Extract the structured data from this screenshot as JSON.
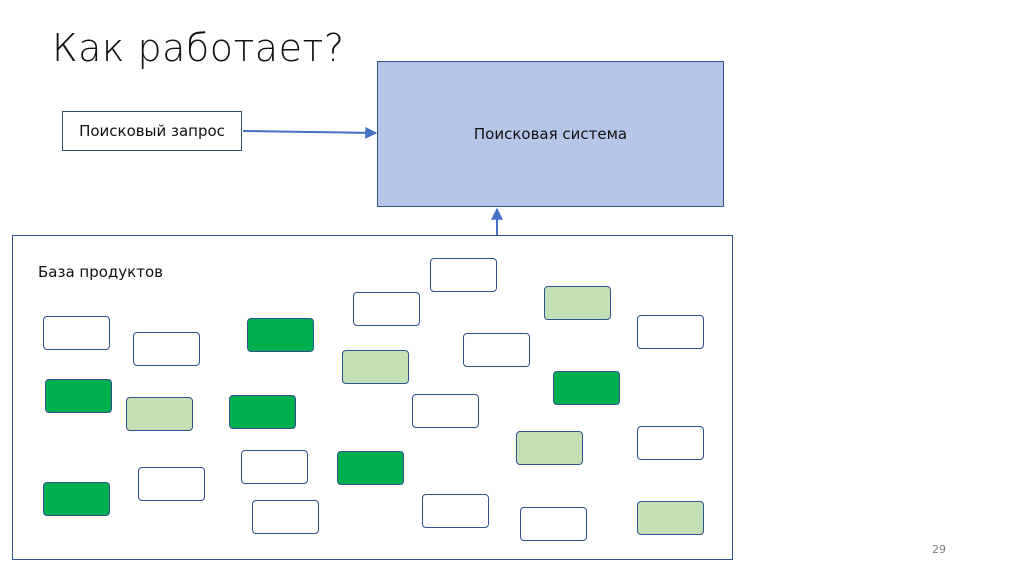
{
  "slide": {
    "title": "Как работает?",
    "page_number": "29"
  },
  "query_box": {
    "label": "Поисковый запрос"
  },
  "engine_box": {
    "label": "Поисковая система"
  },
  "database": {
    "label": "База продуктов",
    "products": [
      {
        "status": "white"
      },
      {
        "status": "white"
      },
      {
        "status": "dark"
      },
      {
        "status": "light"
      },
      {
        "status": "white"
      },
      {
        "status": "white"
      },
      {
        "status": "white"
      },
      {
        "status": "light"
      },
      {
        "status": "white"
      },
      {
        "status": "white"
      },
      {
        "status": "dark"
      },
      {
        "status": "white"
      },
      {
        "status": "white"
      },
      {
        "status": "dark"
      },
      {
        "status": "dark"
      },
      {
        "status": "white"
      },
      {
        "status": "light"
      },
      {
        "status": "light"
      },
      {
        "status": "white"
      },
      {
        "status": "white"
      },
      {
        "status": "dark"
      },
      {
        "status": "white"
      },
      {
        "status": "dark"
      },
      {
        "status": "white"
      },
      {
        "status": "white"
      },
      {
        "status": "light"
      },
      {
        "status": "white"
      }
    ]
  },
  "colors": {
    "engine_fill": "#b4c7e7",
    "outline": "#2f528f",
    "relevant_dark": "#00b050",
    "relevant_light": "#c5e0b4",
    "arrow": "#4472c4"
  }
}
